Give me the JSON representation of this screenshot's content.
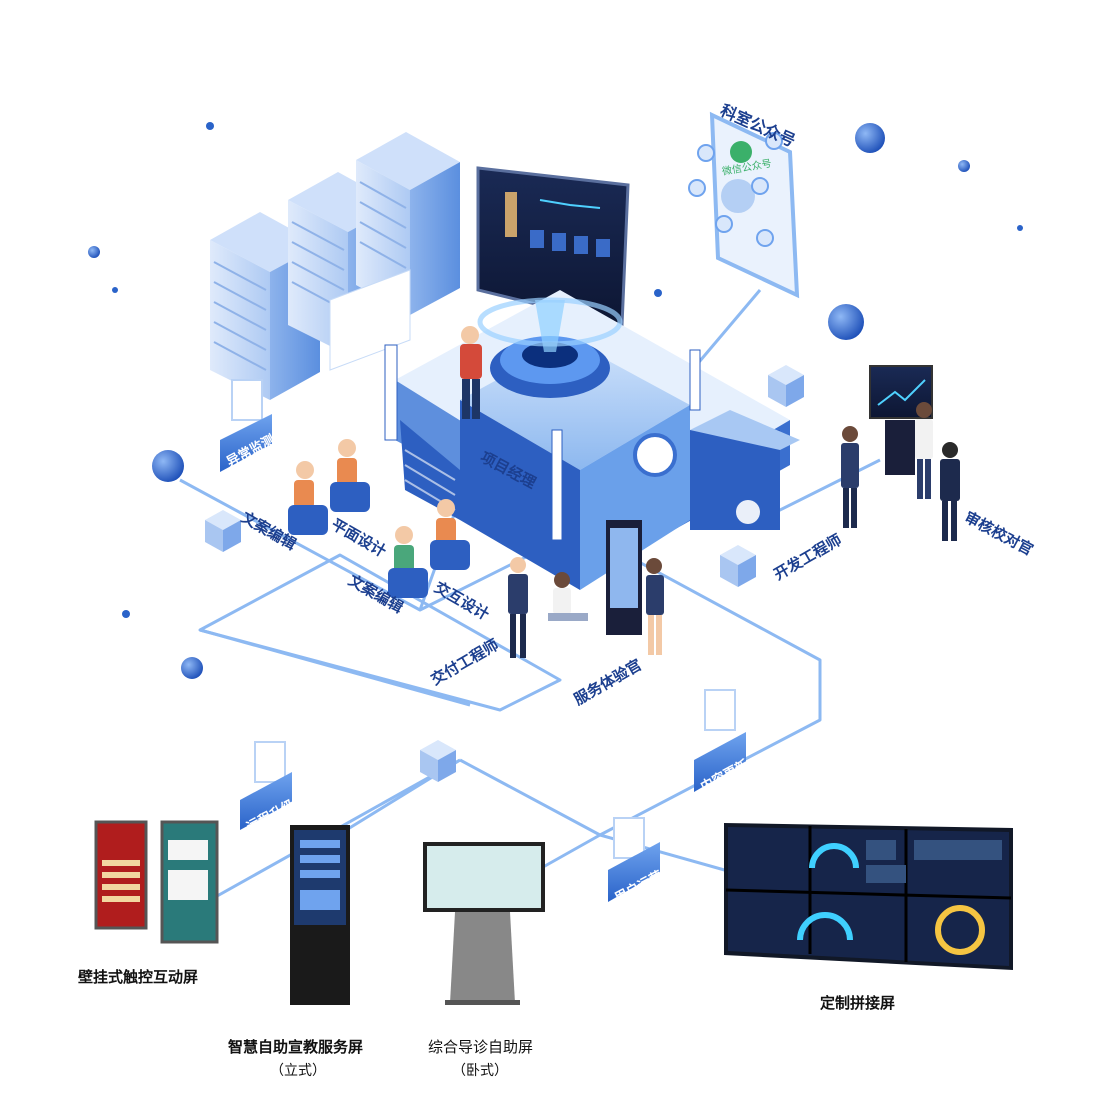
{
  "labels": {
    "wechat": "科室公众号",
    "wechat_screen": "微信公众号",
    "pm": "项目经理",
    "anomaly": "异常监测",
    "copy_edit_1": "文案编辑",
    "graphic_design": "平面设计",
    "copy_edit_2": "文案编辑",
    "interaction_design": "交互设计",
    "delivery_engineer": "交付工程师",
    "service_experience": "服务体验官",
    "dev_engineer": "开发工程师",
    "reviewer": "审核校对官",
    "remote_upgrade": "远程升级",
    "content_update": "内容更新",
    "user_ops": "用户运营"
  },
  "devices": {
    "wall_touch": "壁挂式触控互动屏",
    "standing_title": "智慧自助宣教服务屏",
    "standing_sub": "（立式）",
    "kiosk_title": "综合导诊自助屏",
    "kiosk_sub": "（卧式）",
    "video_wall": "定制拼接屏"
  },
  "colors": {
    "primary": "#2a63c9",
    "light": "#9ec3f2",
    "line": "#7fb0f0",
    "deep": "#1c3f8f"
  }
}
